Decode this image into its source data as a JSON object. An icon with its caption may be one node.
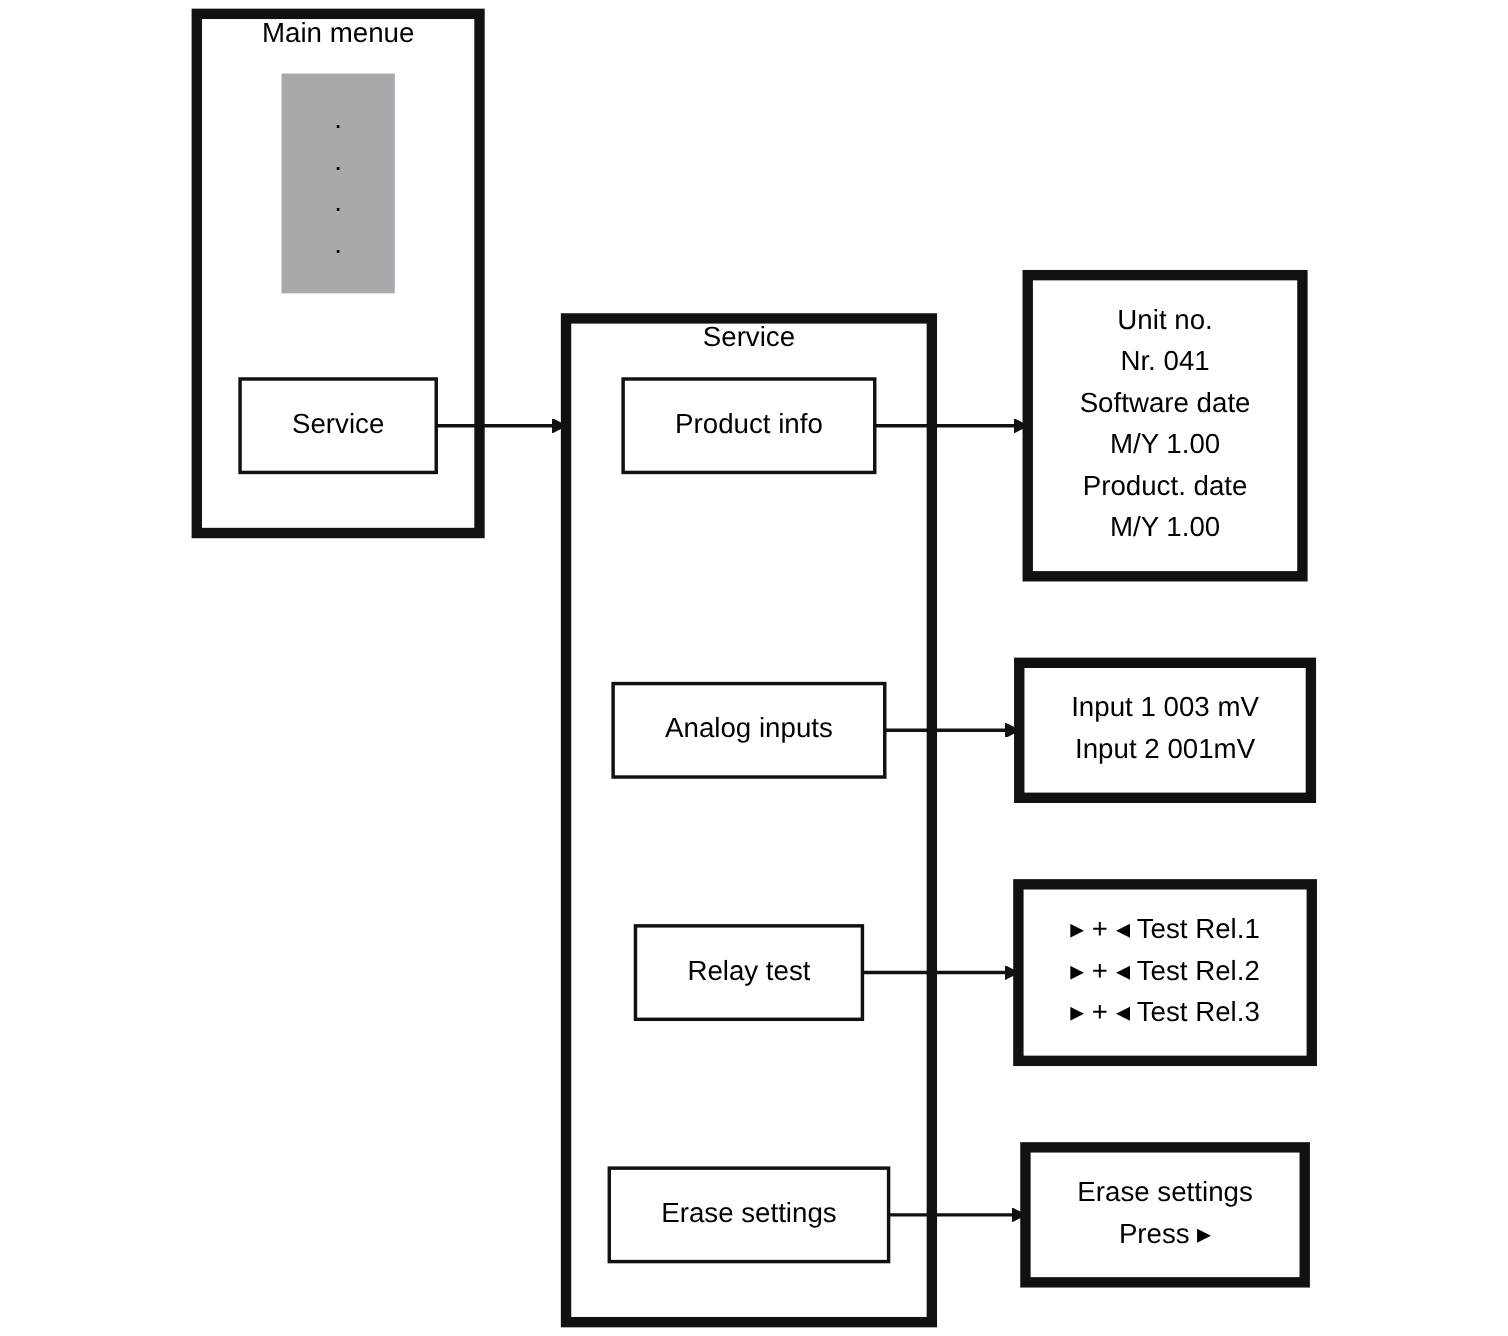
{
  "diagram": {
    "nodes": [
      {
        "text": [
          "Main menue"
        ]
      },
      {
        "text": [
          ".",
          ".",
          ".",
          "."
        ],
        "in": 0
      },
      {
        "text": [
          "Service"
        ],
        "in": 0
      },
      {
        "text": [
          "Service"
        ]
      },
      {
        "text": [
          "Product info"
        ],
        "in": 3
      },
      {
        "text": [
          "Analog inputs"
        ],
        "in": 3
      },
      {
        "text": [
          "Relay test"
        ],
        "in": 3
      },
      {
        "text": [
          "Erase settings"
        ],
        "in": 3
      },
      {
        "text": [
          "Unit no.",
          "Nr. 041",
          "Software date",
          "M/Y 1.00",
          "Product. date",
          "M/Y 1.00"
        ]
      },
      {
        "text": [
          "Input 1 003 mV",
          "Input 2 001mV"
        ]
      },
      {
        "text": [
          "▸ + ◂ Test Rel.1",
          "▸ + ◂ Test Rel.2",
          "▸ + ◂ Test Rel.3"
        ]
      },
      {
        "text": [
          "Erase settings",
          "Press ▸"
        ]
      }
    ],
    "edges": [
      {
        "from": 2,
        "to": 3,
        "arrow": "to"
      },
      {
        "from": 4,
        "to": 8,
        "arrow": "to"
      },
      {
        "from": 5,
        "to": 9,
        "arrow": "to"
      },
      {
        "from": 6,
        "to": 10,
        "arrow": "to"
      },
      {
        "from": 7,
        "to": 11,
        "arrow": "to"
      }
    ]
  }
}
